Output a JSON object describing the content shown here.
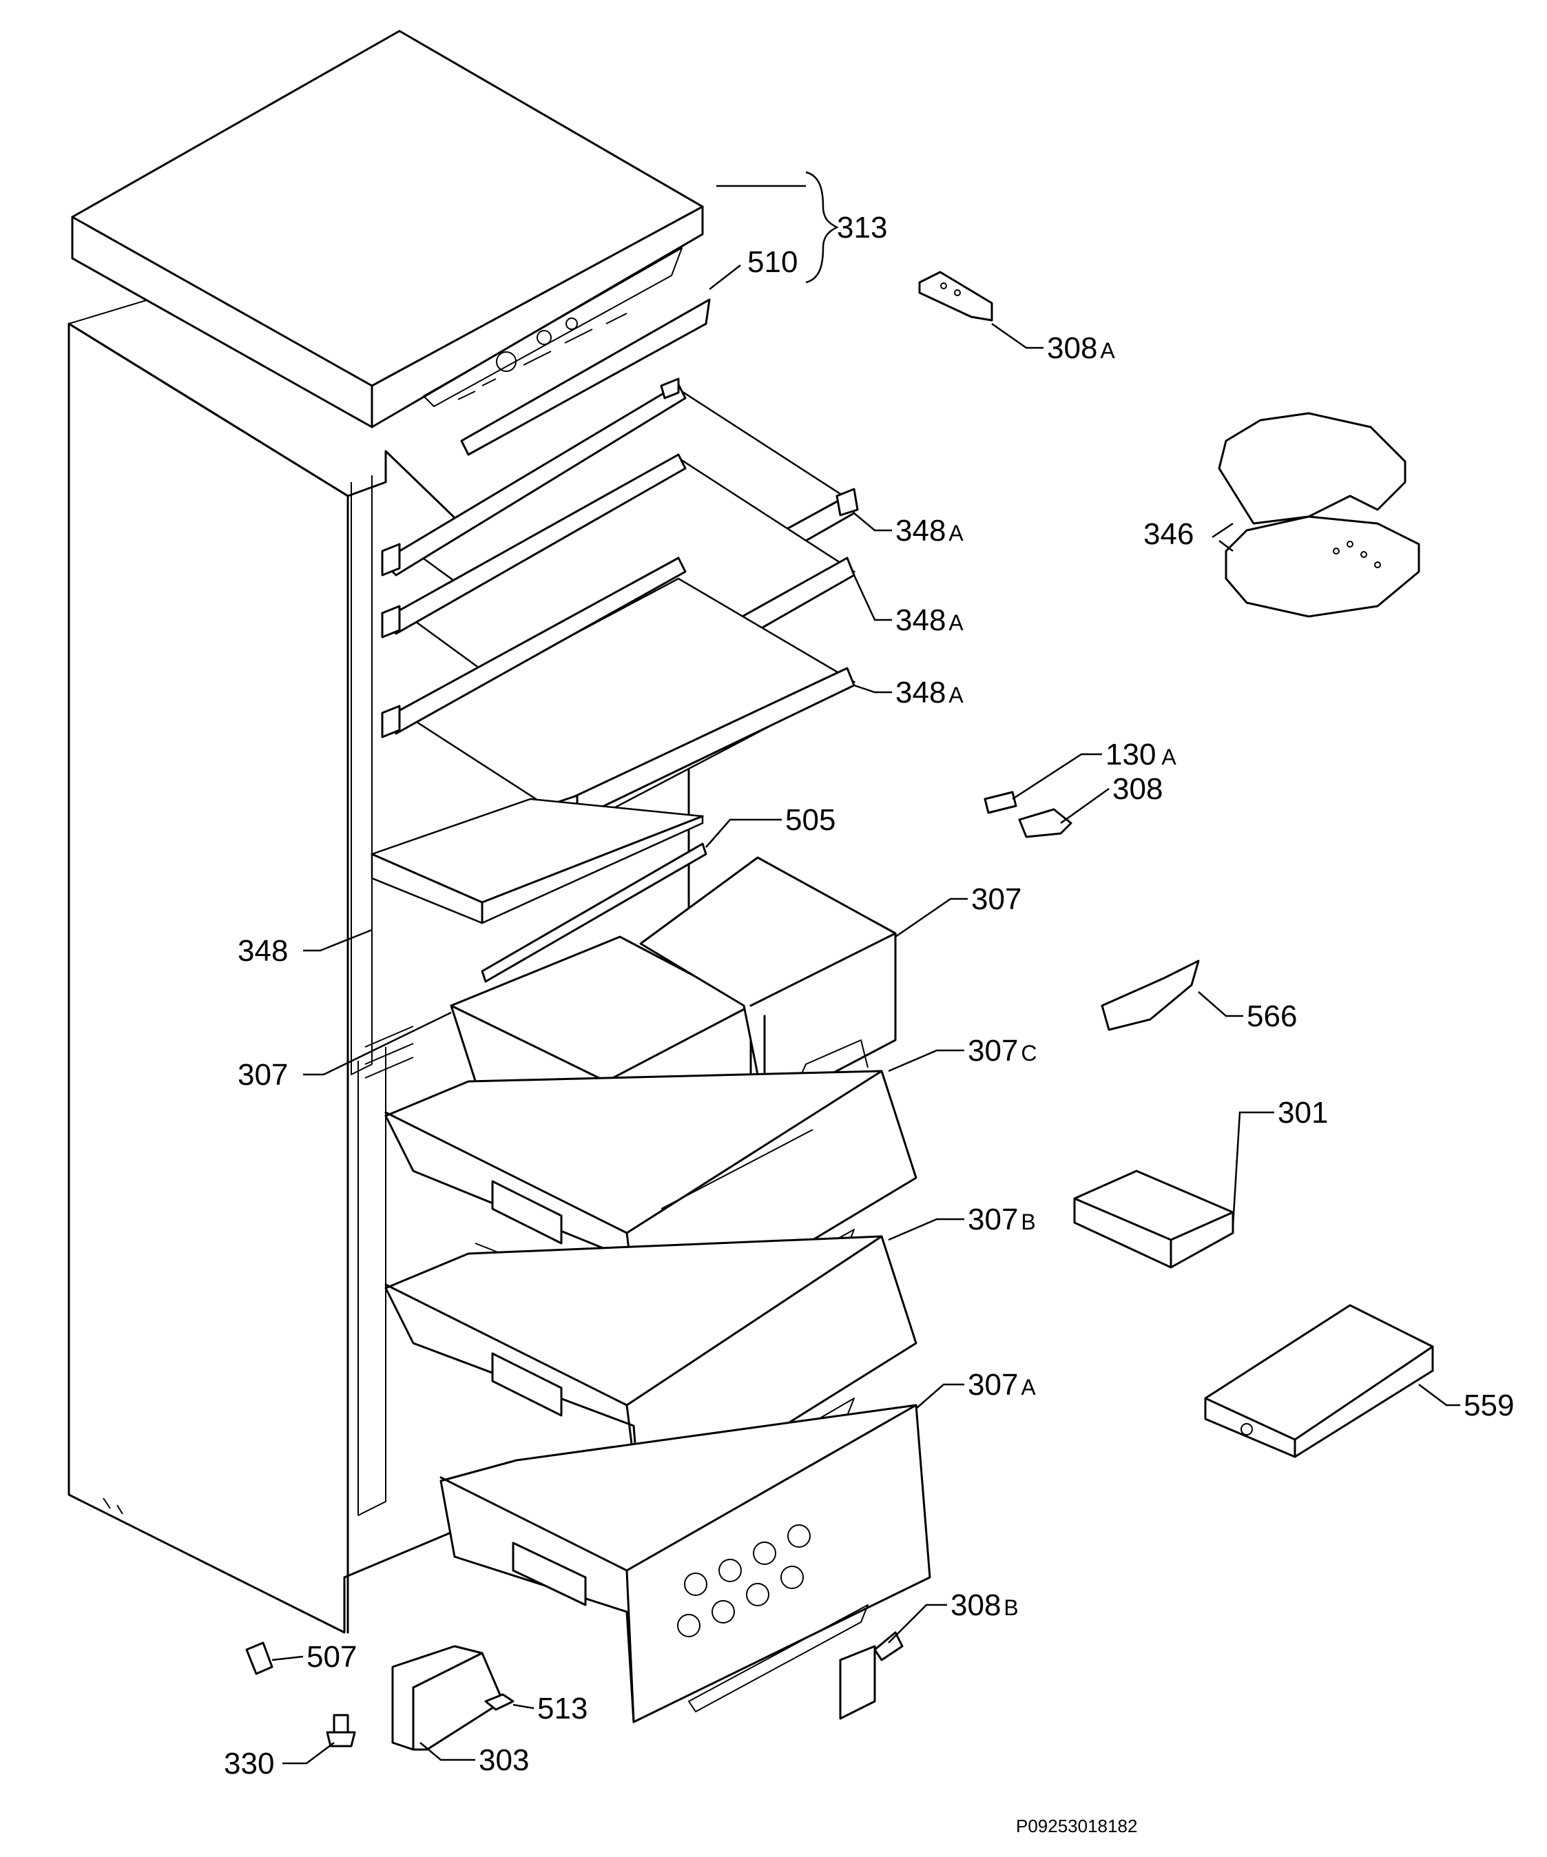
{
  "labels": [
    {
      "id": "313",
      "text": "313",
      "suffix": ""
    },
    {
      "id": "510",
      "text": "510",
      "suffix": ""
    },
    {
      "id": "308a",
      "text": "308",
      "suffix": "A"
    },
    {
      "id": "346",
      "text": "346",
      "suffix": ""
    },
    {
      "id": "348a-1",
      "text": "348",
      "suffix": "A"
    },
    {
      "id": "348a-2",
      "text": "348",
      "suffix": "A"
    },
    {
      "id": "348a-3",
      "text": "348",
      "suffix": "A"
    },
    {
      "id": "130a",
      "text": "130",
      "suffix": "A"
    },
    {
      "id": "308",
      "text": "308",
      "suffix": ""
    },
    {
      "id": "505",
      "text": "505",
      "suffix": ""
    },
    {
      "id": "307-right",
      "text": "307",
      "suffix": ""
    },
    {
      "id": "348",
      "text": "348",
      "suffix": ""
    },
    {
      "id": "566",
      "text": "566",
      "suffix": ""
    },
    {
      "id": "307-left",
      "text": "307",
      "suffix": ""
    },
    {
      "id": "307c",
      "text": "307",
      "suffix": "C"
    },
    {
      "id": "301",
      "text": "301",
      "suffix": ""
    },
    {
      "id": "307b",
      "text": "307",
      "suffix": "B"
    },
    {
      "id": "307a",
      "text": "307",
      "suffix": "A"
    },
    {
      "id": "559",
      "text": "559",
      "suffix": ""
    },
    {
      "id": "308b",
      "text": "308",
      "suffix": "B"
    },
    {
      "id": "507",
      "text": "507",
      "suffix": ""
    },
    {
      "id": "513",
      "text": "513",
      "suffix": ""
    },
    {
      "id": "330",
      "text": "330",
      "suffix": ""
    },
    {
      "id": "303",
      "text": "303",
      "suffix": ""
    }
  ],
  "drawing_code": "P09253018182"
}
